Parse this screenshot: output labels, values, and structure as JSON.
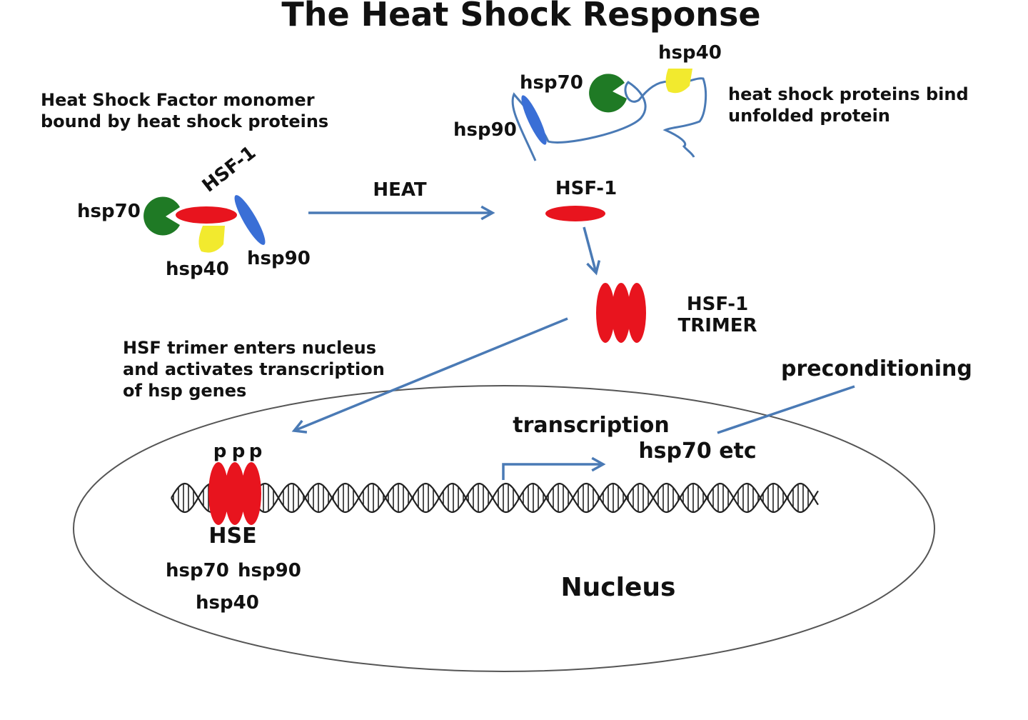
{
  "title": "The Heat Shock Response",
  "labels": {
    "monomer_caption_1": "Heat Shock Factor monomer",
    "monomer_caption_2": "bound by heat shock proteins",
    "hsf1_rotated": "HSF-1",
    "hsp70_left": "hsp70",
    "hsp40_left": "hsp40",
    "hsp90_left": "hsp90",
    "heat": "HEAT",
    "hsf1_free": "HSF-1",
    "hsp40_top": "hsp40",
    "hsp70_top": "hsp70",
    "hsp90_top": "hsp90",
    "unfolded_caption_1": "heat shock proteins bind",
    "unfolded_caption_2": "unfolded protein",
    "trimer_1": "HSF-1",
    "trimer_2": "TRIMER",
    "nucleus_caption_1": "HSF trimer enters nucleus",
    "nucleus_caption_2": "and activates transcription",
    "nucleus_caption_3": "of hsp genes",
    "preconditioning": "preconditioning",
    "transcription": "transcription",
    "hsp70_etc": "hsp70 etc",
    "p1": "p",
    "p2": "p",
    "p3": "p",
    "hse": "HSE",
    "hsp70_bottom": "hsp70",
    "hsp90_bottom": "hsp90",
    "hsp40_bottom": "hsp40",
    "nucleus": "Nucleus"
  },
  "colors": {
    "hsf": "#e8141e",
    "hsp70": "#1f7a25",
    "hsp40": "#f2ea2e",
    "hsp90": "#3a6fd6",
    "arrow": "#4a7ab5",
    "dna": "#222222"
  }
}
